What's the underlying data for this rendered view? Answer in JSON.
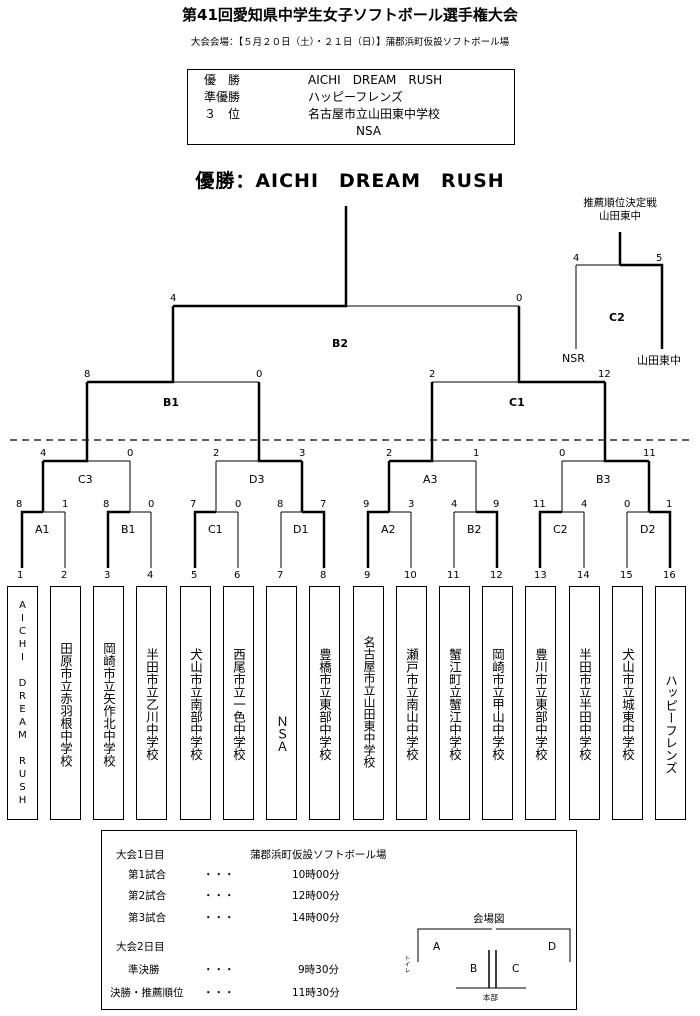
{
  "header": {
    "title": "第41回愛知県中学生女子ソフトボール選手権大会",
    "venue": "大会会場：【５月２０日（土）・２１日（日）】蒲郡浜町仮設ソフトボール場"
  },
  "results": [
    {
      "label": "優　勝",
      "value": "AICHI　DREAM　RUSH"
    },
    {
      "label": "準優勝",
      "value": "ハッピーフレンズ"
    },
    {
      "label": "３　位",
      "value": "名古屋市立山田東中学校"
    },
    {
      "label": "",
      "value": "NSA"
    }
  ],
  "champion": "優勝：AICHI　DREAM　RUSH",
  "bracket": {
    "match_labels": {
      "A1": "A1",
      "B1_first": "B1",
      "C1_first": "C1",
      "D1": "D1",
      "A2": "A2",
      "B2_first": "B2",
      "C2_first": "C2",
      "D2": "D2",
      "C3": "C3",
      "D3": "D3",
      "A3": "A3",
      "B3": "B3",
      "B1_semi": "B1",
      "C1_semi": "C1",
      "B2_final": "B2",
      "C2_rank": "C2"
    },
    "scores": {
      "m1": [
        "8",
        "1"
      ],
      "m2": [
        "8",
        "0"
      ],
      "m3": [
        "7",
        "0"
      ],
      "m4": [
        "8",
        "7"
      ],
      "m5": [
        "9",
        "3"
      ],
      "m6": [
        "4",
        "9"
      ],
      "m7": [
        "11",
        "4"
      ],
      "m8": [
        "0",
        "1"
      ],
      "q1": [
        "4",
        "0"
      ],
      "q2": [
        "2",
        "3"
      ],
      "q3": [
        "2",
        "1"
      ],
      "q4": [
        "0",
        "11"
      ],
      "s1": [
        "8",
        "0"
      ],
      "s2": [
        "2",
        "12"
      ],
      "final": [
        "4",
        "0"
      ],
      "rank": [
        "4",
        "5"
      ]
    },
    "ranking": {
      "title_line1": "推薦順位決定戦",
      "title_line2": "山田東中",
      "left_team": "NSR",
      "right_team": "山田東中"
    },
    "seeds": [
      "1",
      "2",
      "3",
      "4",
      "5",
      "6",
      "7",
      "8",
      "9",
      "10",
      "11",
      "12",
      "13",
      "14",
      "15",
      "16"
    ]
  },
  "teams": [
    "AICHI DREAM RUSH",
    "田原市立赤羽根中学校",
    "岡崎市立矢作北中学校",
    "半田市立乙川中学校",
    "犬山市立南部中学校",
    "西尾市立一色中学校",
    "ＮＳＡ",
    "豊橋市立東部中学校",
    "名古屋市立山田東中学校",
    "瀬戸市立南山中学校",
    "蟹江町立蟹江中学校",
    "岡崎市立甲山中学校",
    "豊川市立東部中学校",
    "半田市立半田中学校",
    "犬山市立城東中学校",
    "ハッピーフレンズ"
  ],
  "schedule": {
    "day1": "大会1日目",
    "venue": "蒲郡浜町仮設ソフトボール場",
    "dots": "・・・",
    "games": [
      {
        "label": "第1試合",
        "time": "10時00分"
      },
      {
        "label": "第2試合",
        "time": "12時00分"
      },
      {
        "label": "第3試合",
        "time": "14時00分"
      }
    ],
    "day2": "大会2日目",
    "games2": [
      {
        "label": "準決勝",
        "time": "9時30分"
      },
      {
        "label": "決勝・推薦順位",
        "time": "11時30分"
      }
    ],
    "map_title": "会場図",
    "fields": [
      "A",
      "B",
      "C",
      "D"
    ],
    "toilet": "トイレ",
    "hq": "本部"
  }
}
